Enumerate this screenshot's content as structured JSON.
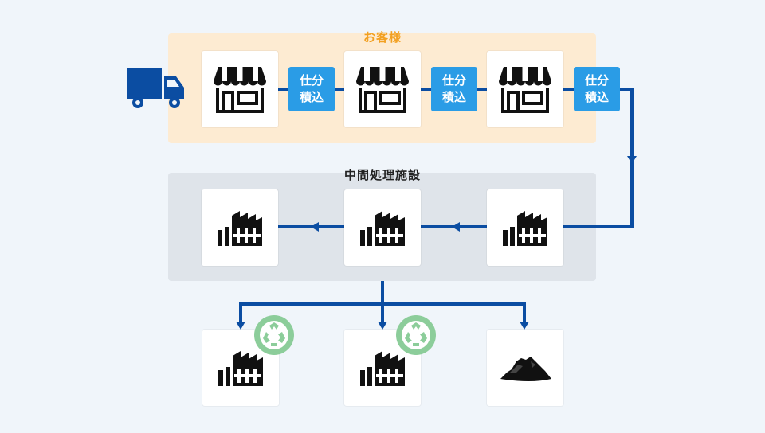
{
  "customer": {
    "title": "お客様"
  },
  "facility": {
    "title": "中間処理施設"
  },
  "badges": [
    {
      "line1": "仕分",
      "line2": "積込"
    },
    {
      "line1": "仕分",
      "line2": "積込"
    },
    {
      "line1": "仕分",
      "line2": "積込"
    }
  ],
  "icons": {
    "truck": "truck-icon",
    "store": "store-icon",
    "factory": "factory-icon",
    "recycle": "recycle-icon",
    "waste_pile": "landfill-pile-icon"
  },
  "colors": {
    "flow_line": "#0b4da2",
    "badge": "#2a9ce6",
    "customer_panel": "#fdebd2",
    "customer_title": "#f2a021",
    "facility_panel": "#dfe4ea",
    "recycle": "#8ccd9a"
  }
}
